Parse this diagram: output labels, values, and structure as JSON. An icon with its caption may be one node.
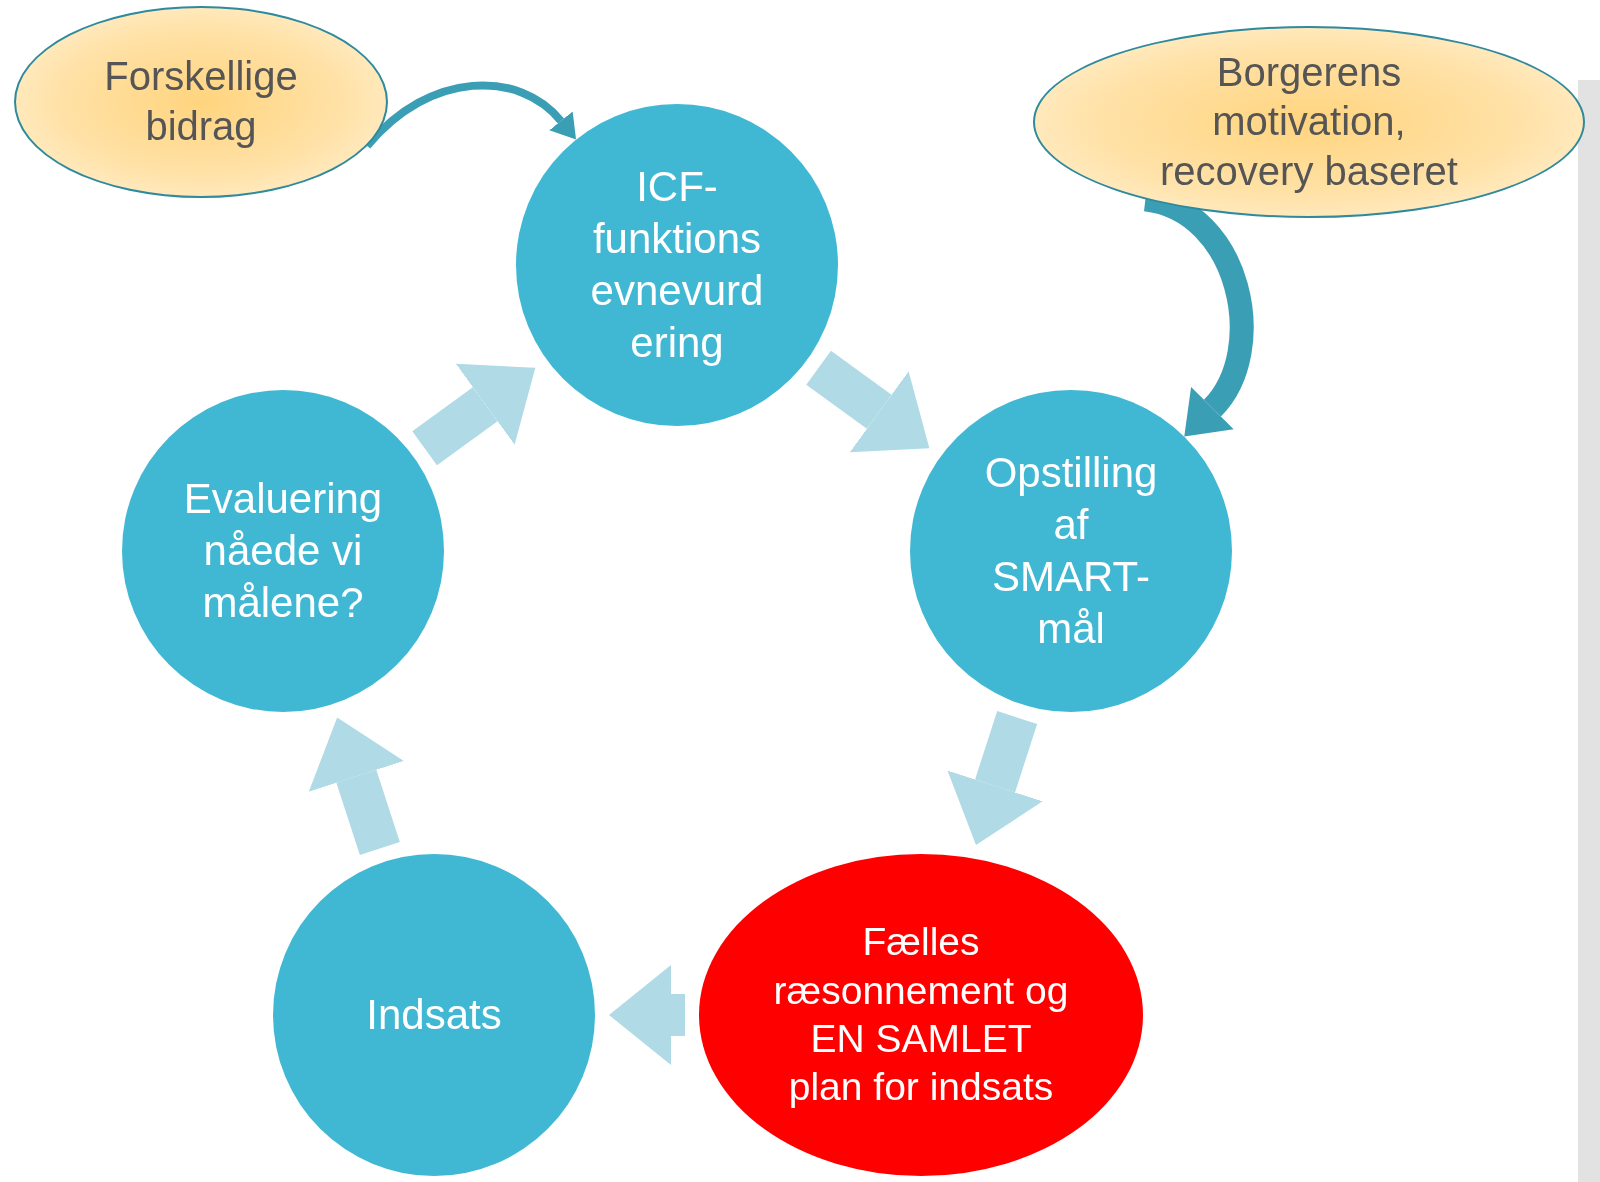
{
  "diagram": {
    "nodes": [
      {
        "text": [
          "Forskellige bidrag"
        ]
      },
      {
        "text": [
          "Borgerens motivation, recovery baseret"
        ]
      },
      {
        "text": [
          "ICF- funktions evnevurd ering"
        ]
      },
      {
        "text": [
          "Opstilling af SMART- mål"
        ]
      },
      {
        "text": [
          "Fælles ræsonnement og EN SAMLET plan for indsats"
        ]
      },
      {
        "text": [
          "Indsats"
        ]
      },
      {
        "text": [
          "Evaluering nåede vi målene?"
        ]
      },
      {
        "text": [],
        "shape": "bar"
      }
    ],
    "edges": [
      {
        "from": 0,
        "to": 2,
        "arrow": "to",
        "color": "#3a9fb5"
      },
      {
        "from": 1,
        "to": 3,
        "arrow": "to",
        "color": "#3a9fb5"
      },
      {
        "from": 2,
        "to": 3,
        "arrow": "to"
      },
      {
        "from": 3,
        "to": 4,
        "arrow": "to"
      },
      {
        "from": 4,
        "to": 5,
        "arrow": "to"
      },
      {
        "from": 5,
        "to": 6,
        "arrow": "to"
      },
      {
        "from": 6,
        "to": 2,
        "arrow": "to"
      }
    ]
  }
}
